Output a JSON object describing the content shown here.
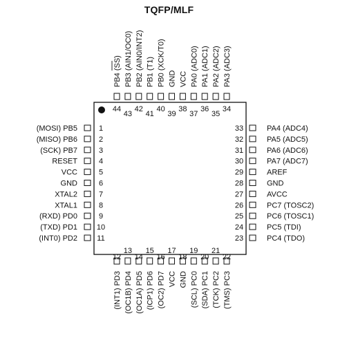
{
  "title": "TQFP/MLF",
  "left_pins": [
    {
      "num": "1",
      "label": "(MOSI)  PB5"
    },
    {
      "num": "2",
      "label": "(MISO)  PB6"
    },
    {
      "num": "3",
      "label": "(SCK)  PB7"
    },
    {
      "num": "4",
      "label": "RESET"
    },
    {
      "num": "5",
      "label": "VCC"
    },
    {
      "num": "6",
      "label": "GND"
    },
    {
      "num": "7",
      "label": "XTAL2"
    },
    {
      "num": "8",
      "label": "XTAL1"
    },
    {
      "num": "9",
      "label": "(RXD)  PD0"
    },
    {
      "num": "10",
      "label": "(TXD)  PD1"
    },
    {
      "num": "11",
      "label": "(INT0)  PD2"
    }
  ],
  "bottom_pins": [
    {
      "num": "12",
      "label": "(INT1)  PD3"
    },
    {
      "num": "13",
      "label": "(OC1B)  PD4"
    },
    {
      "num": "14",
      "label": "(OC1A)  PD5"
    },
    {
      "num": "15",
      "label": "(ICP1)  PD6"
    },
    {
      "num": "16",
      "label": "(OC2)  PD7"
    },
    {
      "num": "17",
      "label": "VCC"
    },
    {
      "num": "18",
      "label": "GND"
    },
    {
      "num": "19",
      "label": "(SCL)  PC0"
    },
    {
      "num": "20",
      "label": "(SDA)  PC1"
    },
    {
      "num": "21",
      "label": "(TCK)  PC2"
    },
    {
      "num": "22",
      "label": "(TMS)  PC3"
    }
  ],
  "right_pins": [
    {
      "num": "33",
      "label": "PA4  (ADC4)"
    },
    {
      "num": "32",
      "label": "PA5  (ADC5)"
    },
    {
      "num": "31",
      "label": "PA6  (ADC6)"
    },
    {
      "num": "30",
      "label": "PA7  (ADC7)"
    },
    {
      "num": "29",
      "label": "AREF"
    },
    {
      "num": "28",
      "label": "GND"
    },
    {
      "num": "27",
      "label": "AVCC"
    },
    {
      "num": "26",
      "label": "PC7  (TOSC2)"
    },
    {
      "num": "25",
      "label": "PC6  (TOSC1)"
    },
    {
      "num": "24",
      "label": "PC5  (TDI)"
    },
    {
      "num": "23",
      "label": "PC4  (TDO)"
    }
  ],
  "top_pins": [
    {
      "num": "44",
      "label": "PB4  (SS)"
    },
    {
      "num": "43",
      "label": "PB3  (AIN1/OC0)"
    },
    {
      "num": "42",
      "label": "PB2  (AIN0/INT2)"
    },
    {
      "num": "41",
      "label": "PB1  (T1)"
    },
    {
      "num": "40",
      "label": "PB0  (XCK/T0)"
    },
    {
      "num": "39",
      "label": "GND"
    },
    {
      "num": "38",
      "label": "VCC"
    },
    {
      "num": "37",
      "label": "PA0  (ADC0)"
    },
    {
      "num": "36",
      "label": "PA1  (ADC1)"
    },
    {
      "num": "35",
      "label": "PA2  (ADC2)"
    },
    {
      "num": "34",
      "label": "PA3  (ADC3)"
    }
  ]
}
